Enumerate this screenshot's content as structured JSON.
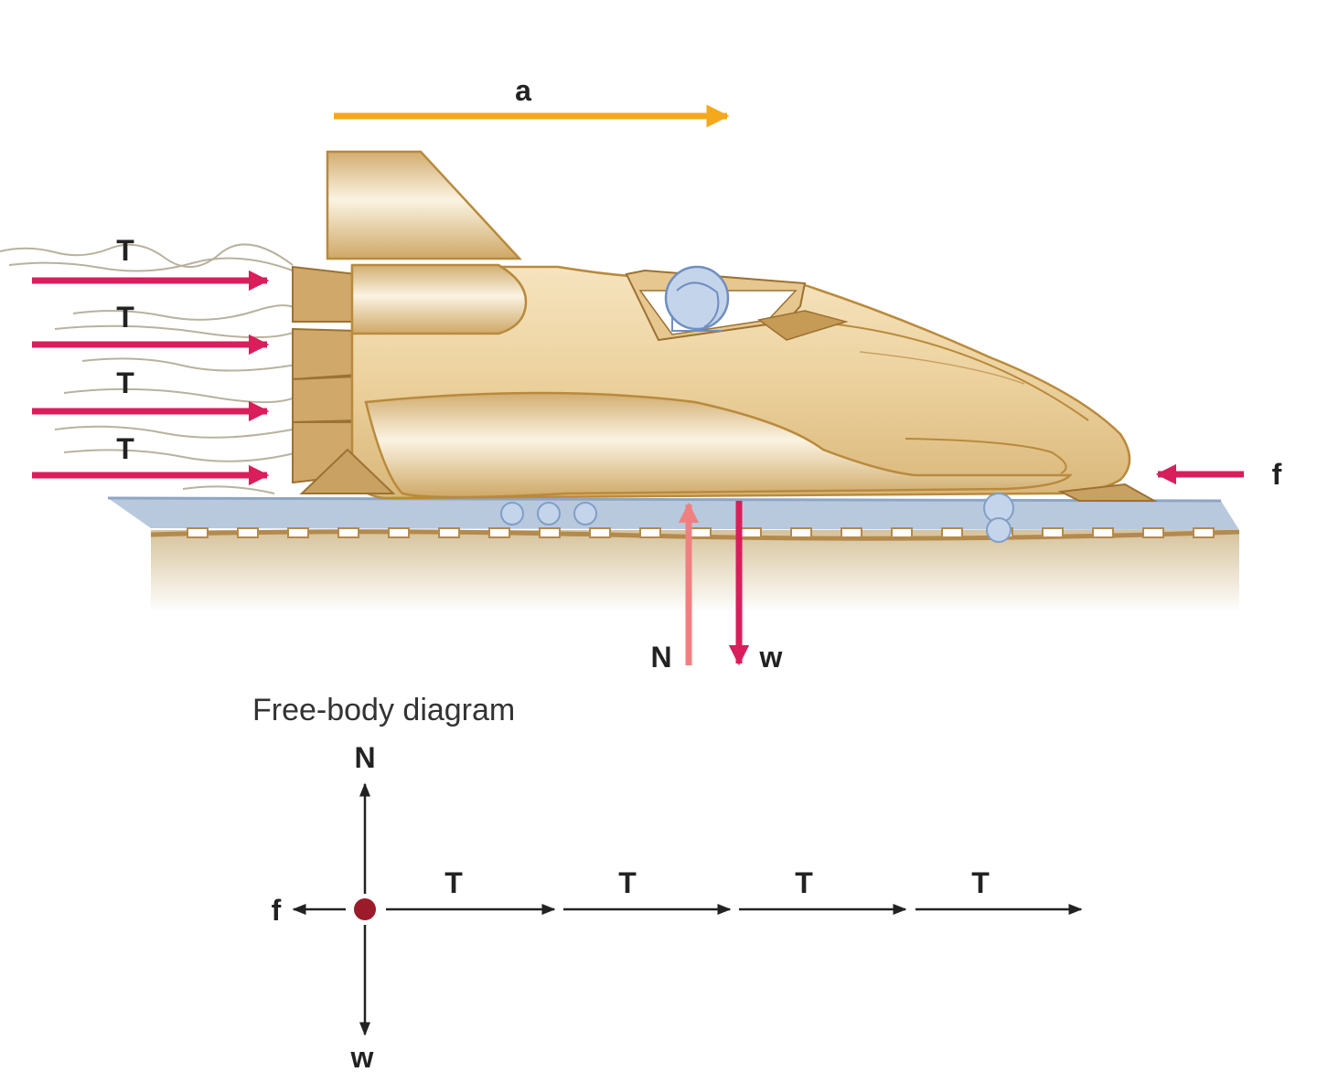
{
  "scene": {
    "acceleration_label": "a",
    "thrust_labels": [
      "T",
      "T",
      "T",
      "T"
    ],
    "friction_label": "f",
    "normal_label": "N",
    "weight_label": "w"
  },
  "free_body": {
    "caption": "Free-body diagram",
    "normal_label": "N",
    "weight_label": "w",
    "friction_label": "f",
    "thrust_labels": [
      "T",
      "T",
      "T",
      "T"
    ]
  },
  "colors": {
    "thrust_arrow": "#d81e5b",
    "acceleration_arrow": "#f4a81c",
    "normal_arrow": "#f08080",
    "body_fill": "#ecd3a2",
    "body_stroke": "#b98a3c",
    "track": "#b8c9de",
    "ground": "#d9c7a2",
    "fbd_dot": "#9b1b2a"
  }
}
